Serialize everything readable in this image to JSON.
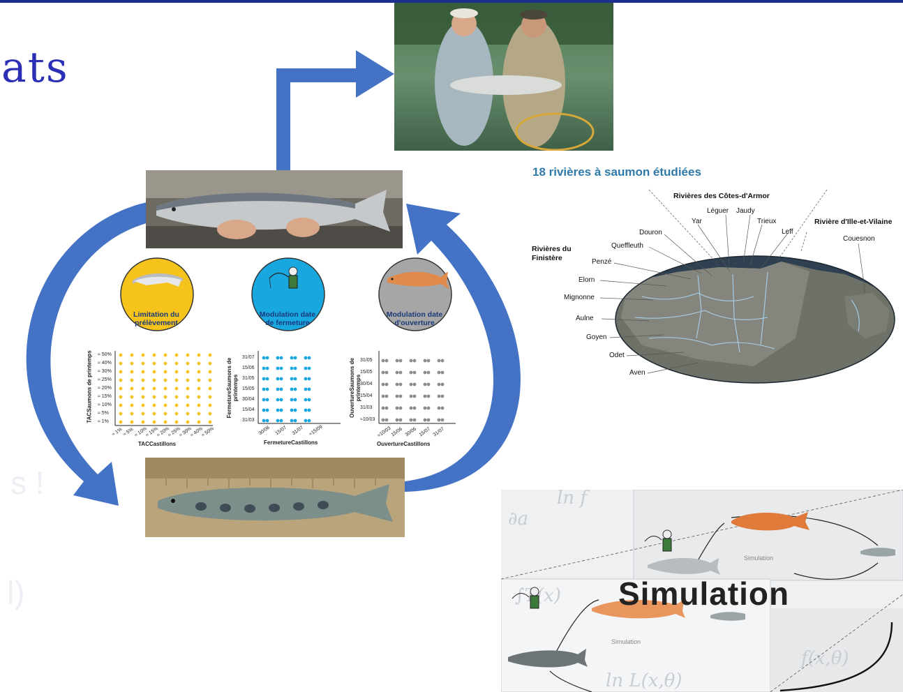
{
  "slide": {
    "title_fragment": "ats",
    "ghost_text_1": "s !",
    "ghost_text_2": "l)"
  },
  "management": {
    "limitation": "Limitation du\nprélèvement",
    "fermeture": "Modulation date\nde fermeture",
    "ouverture": "Modulation date\nd'ouverture",
    "chart1": {
      "ylabel": "TACSaumons de printemps",
      "xlabel": "TACCastillons",
      "yticks": [
        "≈ 50%",
        "≈ 40%",
        "≈ 30%",
        "≈ 25%",
        "≈ 20%",
        "≈ 15%",
        "≈ 10%",
        "≈ 5%",
        "≈ 1%"
      ],
      "xticks": [
        "≈ 1%",
        "≈ 5%",
        "≈ 10%",
        "≈ 15%",
        "≈ 20%",
        "≈ 25%",
        "≈ 30%",
        "≈ 40%",
        "≈ 50%"
      ]
    },
    "chart2": {
      "ylabel": "FermetureSaumons de printemps",
      "xlabel": "FermetureCastillons",
      "yticks": [
        "31/07",
        "15/06",
        "31/05",
        "15/05",
        "30/04",
        "15/04",
        "31/03"
      ],
      "xticks": [
        "30/06",
        "15/07",
        "31/07",
        "≈15/09"
      ]
    },
    "chart3": {
      "ylabel": "OuvertureSaumons de printemps",
      "xlabel": "OuvertureCastillons",
      "yticks": [
        "31/05",
        "15/05",
        "30/04",
        "15/04",
        "31/03",
        "≈10/03"
      ],
      "xticks": [
        "≈10/03",
        "15/06",
        "30/06",
        "15/07",
        "31/07"
      ]
    }
  },
  "map": {
    "title": "18 rivières à saumon étudiées",
    "group_cotes": "Rivières des Côtes-d'Armor",
    "group_finistere": "Rivières du\nFinistère",
    "group_ille": "Rivière d'Ille-et-Vilaine",
    "rivers": [
      "Léguer",
      "Jaudy",
      "Yar",
      "Trieux",
      "Leff",
      "Douron",
      "Queffleuth",
      "Penzé",
      "Elorn",
      "Mignonne",
      "Aulne",
      "Goyen",
      "Odet",
      "Aven",
      "Couesnon"
    ]
  },
  "simulation": {
    "label": "Simulation",
    "small_1": "Simulation",
    "small_2": "Simulation"
  },
  "colors": {
    "accent_blue": "#4472c4",
    "yellow": "#f5c31c",
    "cyan": "#19a7e0",
    "grey": "#a6a6a6"
  }
}
